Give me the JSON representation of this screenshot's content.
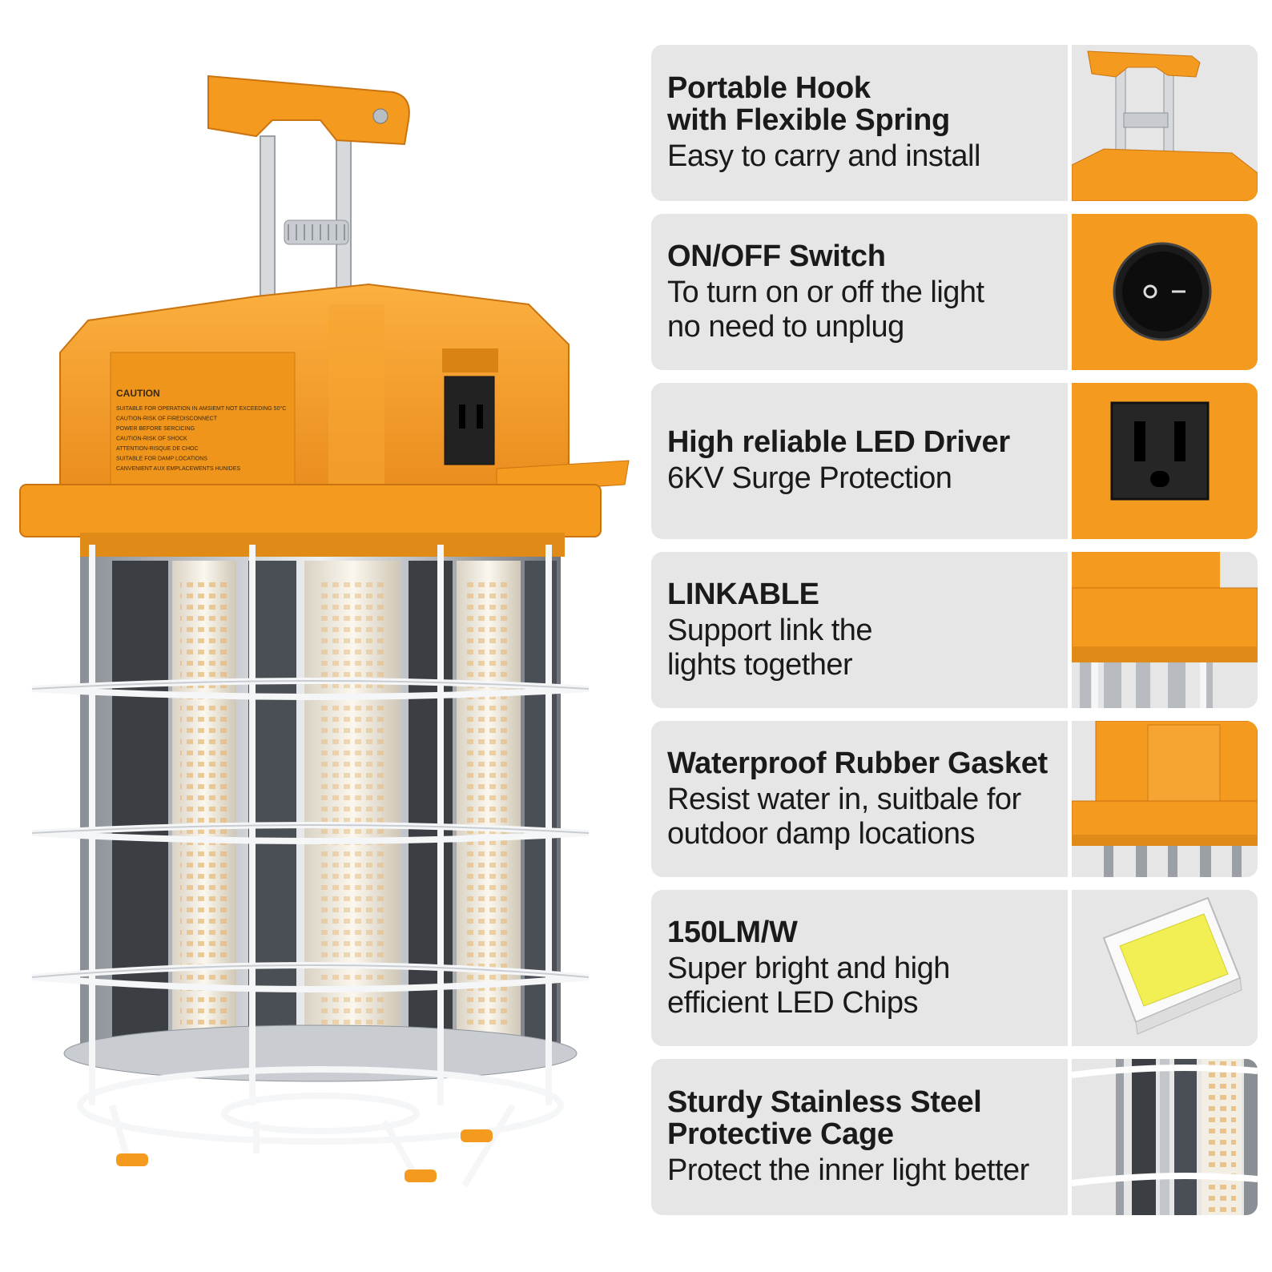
{
  "product": {
    "caution_label": {
      "heading": "CAUTION",
      "lines": [
        "SUITABLE FOR OPERATION IN AMSIEMT NOT EXCEEDING 50°C",
        "CAUTION-RISK OF FIREDISCONNECT",
        "POWER BEFORE SERCICING",
        "CAUTION-RISK OF SHOCK",
        "ATTENTION-RISQUE DE CHOC",
        "SUITABLE FOR DAMP LOCATIONS",
        "CANVENIENT AUX EMPLACEWENTS HUNIDES"
      ]
    }
  },
  "colors": {
    "accent_orange": "#f39a1f",
    "panel_gray": "#e6e6e6",
    "text": "#1a1a1a"
  },
  "features": [
    {
      "title": "Portable Hook\nwith Flexible Spring",
      "desc": "Easy to carry and install",
      "icon": "hook-handle-icon"
    },
    {
      "title": "ON/OFF Switch",
      "desc": "To turn on or off the light\nno need to unplug",
      "icon": "rocker-switch-icon"
    },
    {
      "title": "High reliable LED Driver",
      "desc": "6KV Surge Protection",
      "icon": "power-outlet-icon"
    },
    {
      "title": "LINKABLE",
      "desc": "Support link the\nlights together",
      "icon": "housing-side-icon"
    },
    {
      "title": "Waterproof Rubber Gasket",
      "desc": "Resist water in, suitbale for\noutdoor damp locations",
      "icon": "gasket-housing-icon"
    },
    {
      "title": "150LM/W",
      "desc": "Super bright and high\nefficient LED Chips",
      "icon": "led-chip-icon"
    },
    {
      "title": "Sturdy Stainless Steel\nProtective Cage",
      "desc": "Protect the inner light better",
      "icon": "cage-closeup-icon"
    }
  ]
}
